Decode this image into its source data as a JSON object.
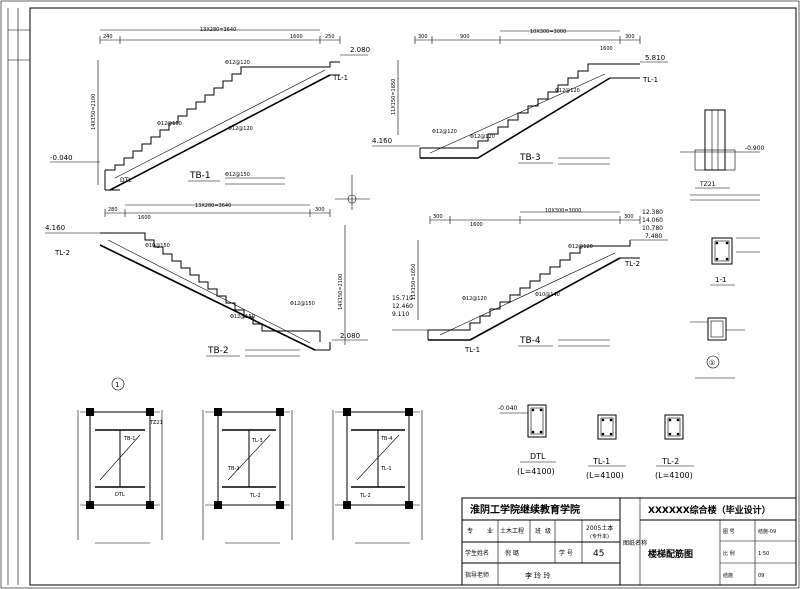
{
  "stairs": {
    "tb1": {
      "label": "TB-1",
      "top_elev": "2.080",
      "bottom_elev": "-0.040",
      "beam_top": "TL-1",
      "beam_bottom": "DTL",
      "dim_left": "240",
      "dim_mid": "1600",
      "dim_right": "250",
      "dim_total": "13X280=3640",
      "dim_vert": "14X150=2100",
      "rebar_top": "Φ12@120",
      "rebar_mid": "Φ12@150",
      "rebar_bottom": "Φ12@150",
      "rebar_neg": "Φ12@120"
    },
    "tb2": {
      "label": "TB-2",
      "top_elev": "4.160",
      "bottom_elev": "2.080",
      "beam_top": "TL-2",
      "dim_left": "280",
      "dim_mid": "1600",
      "dim_right": "300",
      "dim_total": "13X280=3640",
      "dim_vert": "14X150=2100",
      "rebar_top": "Φ10@150",
      "rebar_mid": "Φ12@150",
      "rebar_bottom": "Φ12@150"
    },
    "tb3": {
      "label": "TB-3",
      "top_elev": "5.810",
      "bottom_elev": "4.160",
      "beam_top": "TL-1",
      "dim_left": "300",
      "dim_mid": "900",
      "dim_total": "10X300=3000",
      "dim_right": "1600",
      "dim_end": "300",
      "dim_vert": "11X150=1650",
      "rebar_top": "Φ12@120",
      "rebar_mid": "Φ12@120",
      "rebar_bottom": "Φ12@120"
    },
    "tb4": {
      "label": "TB-4",
      "elev_top_list": [
        "12.380",
        "14.060",
        "10.780",
        "7.480"
      ],
      "elev_bottom_list": [
        "15.710",
        "12.460",
        "9.110"
      ],
      "beam_top": "TL-2",
      "beam_bottom": "TL-1",
      "dim_left": "300",
      "dim_mid": "1600",
      "dim_total": "10X300=3000",
      "dim_end": "300",
      "dim_vert": "11X150=1650",
      "rebar_top": "Φ12@120",
      "rebar_mid": "Φ12@120",
      "rebar_bottom": "Φ10@140"
    }
  },
  "beams": [
    {
      "name": "DTL",
      "length": "(L=4100)",
      "elev": "-0.040"
    },
    {
      "name": "TL-1",
      "length": "(L=4100)"
    },
    {
      "name": "TL-2",
      "length": "(L=4100)"
    }
  ],
  "details": {
    "column_label": "TZ21",
    "section_label": "1-1",
    "circle_label": "①"
  },
  "plans": {
    "grid_label": "1",
    "plan_1_items": [
      "TZ21",
      "TB-1",
      "DTL"
    ],
    "plan_2_items": [
      "TL-3",
      "TB-2",
      "TL-2"
    ],
    "plan_3_items": [
      "TB-4",
      "TL-1",
      "TL-2"
    ]
  },
  "title_block": {
    "school": "淮阴工学院继续教育学院",
    "project": "XXXXXX综合楼（毕业设计）",
    "row1_labels": [
      "专",
      "业",
      "土木工程",
      "班",
      "级",
      "2005土本"
    ],
    "row1_sub": "(专升本)",
    "row2_labels": [
      "学生姓名",
      "倪 璐",
      "学 号",
      "45"
    ],
    "row3_labels": [
      "指导老师",
      "李 玲 玲"
    ],
    "drawing_name_label": "图纸名称",
    "drawing_name": "楼梯配筋图",
    "right_cells": [
      "图 号",
      "结施-09",
      "比 例",
      "1:50"
    ],
    "right_cells_short": [
      "结施",
      "09",
      "比例",
      "1:50"
    ]
  }
}
